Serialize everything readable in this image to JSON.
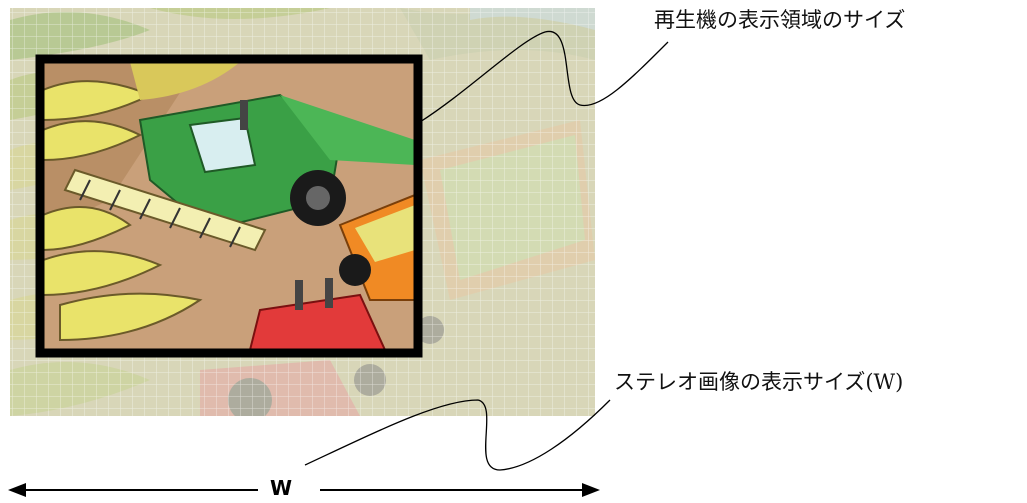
{
  "labels": {
    "player_display_area": "再生機の表示領域のサイズ",
    "stereo_display_size": "ステレオ画像の表示サイズ(W)",
    "width_symbol": "W"
  },
  "colors": {
    "frame": "#000000",
    "tractor_green": "#3aa046",
    "tractor_red": "#e23a3a",
    "trailer_orange": "#f08a24",
    "field_yellow": "#e9e36a",
    "soil": "#c9a07a",
    "grid_faded": "#d9e2cf"
  }
}
